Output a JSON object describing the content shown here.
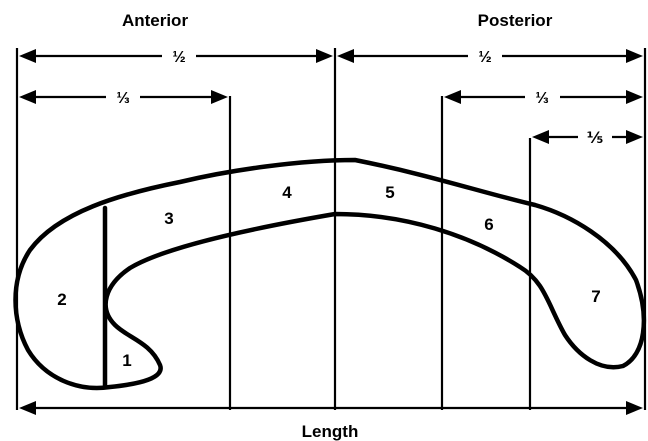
{
  "headings": {
    "anterior": "Anterior",
    "posterior": "Posterior"
  },
  "fractions": {
    "anterior_half": "½",
    "posterior_half": "½",
    "anterior_third": "⅓",
    "posterior_third": "⅓",
    "posterior_fifth": "⅕"
  },
  "regions": [
    "1",
    "2",
    "3",
    "4",
    "5",
    "6",
    "7"
  ],
  "length_label": "Length"
}
